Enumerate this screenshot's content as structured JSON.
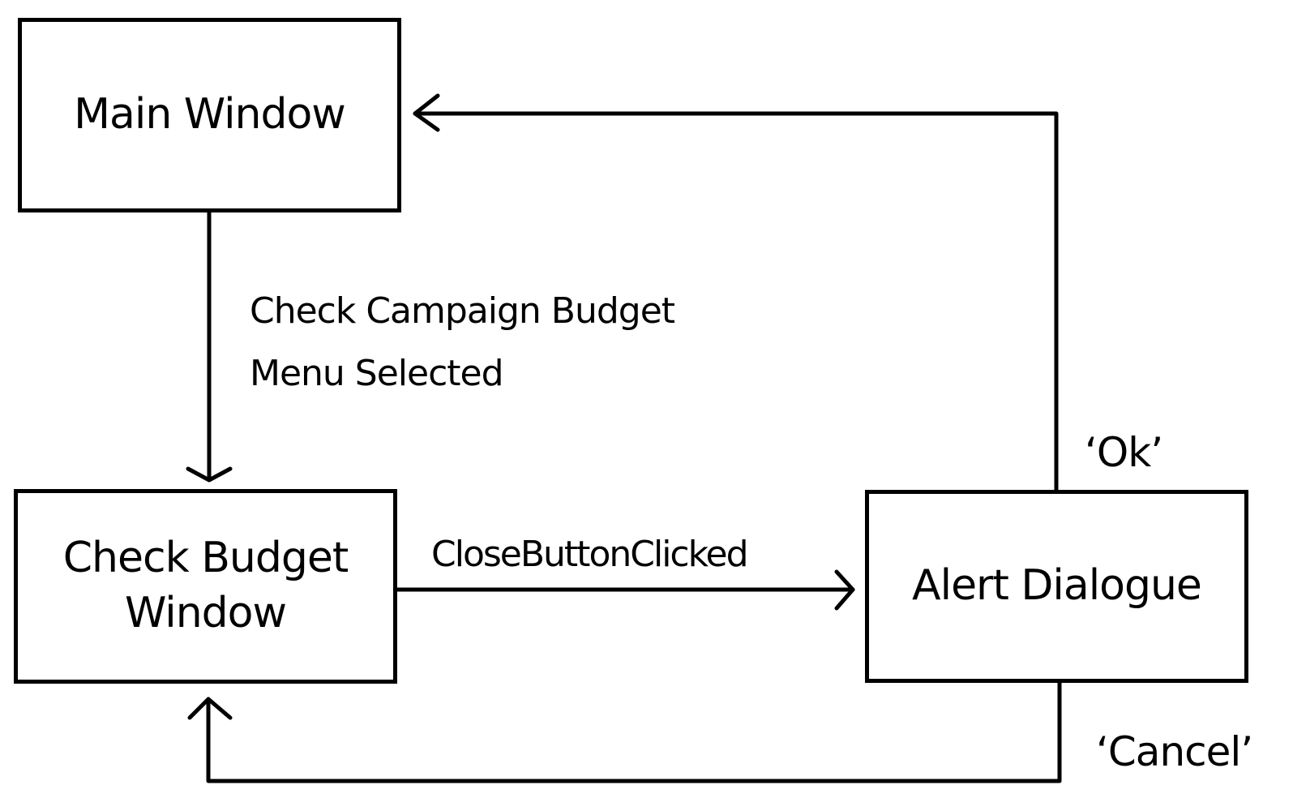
{
  "states": {
    "main_window": "Main Window",
    "check_budget_window": "Check Budget\nWindow",
    "alert_dialogue": "Alert Dialogue"
  },
  "transitions": {
    "menu_selected": "Check Campaign Budget\nMenu Selected",
    "close_button_clicked": "CloseButtonClicked",
    "ok": "‘Ok’",
    "cancel": "‘Cancel’"
  }
}
